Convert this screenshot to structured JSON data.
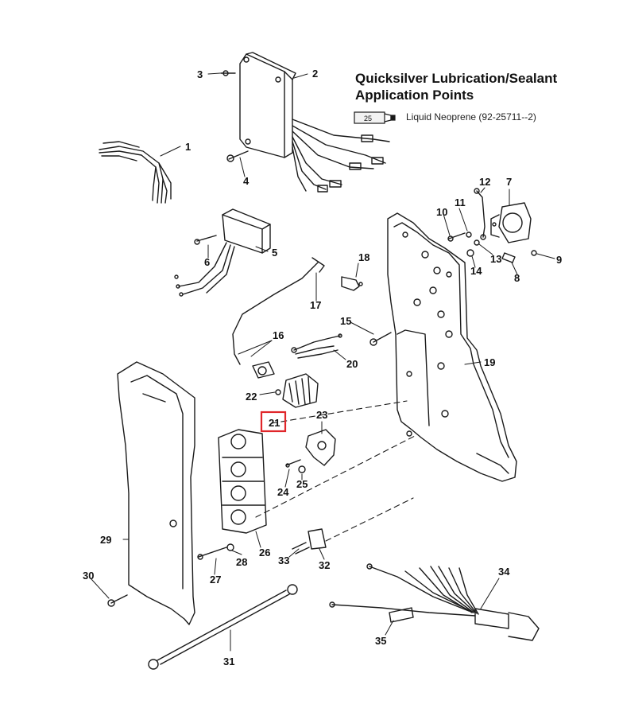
{
  "title": {
    "line1": "Quicksilver Lubrication/Sealant",
    "line2": "Application Points"
  },
  "legend": {
    "badge": "25",
    "label": "Liquid Neoprene (92-25711--2)"
  },
  "highlight": {
    "part": "21",
    "color": "#e0262a"
  },
  "callouts": [
    "1",
    "2",
    "3",
    "4",
    "5",
    "6",
    "7",
    "8",
    "9",
    "10",
    "11",
    "12",
    "13",
    "14",
    "15",
    "16",
    "17",
    "18",
    "19",
    "20",
    "21",
    "22",
    "23",
    "24",
    "25",
    "26",
    "27",
    "28",
    "29",
    "30",
    "31",
    "32",
    "33",
    "34",
    "35"
  ]
}
